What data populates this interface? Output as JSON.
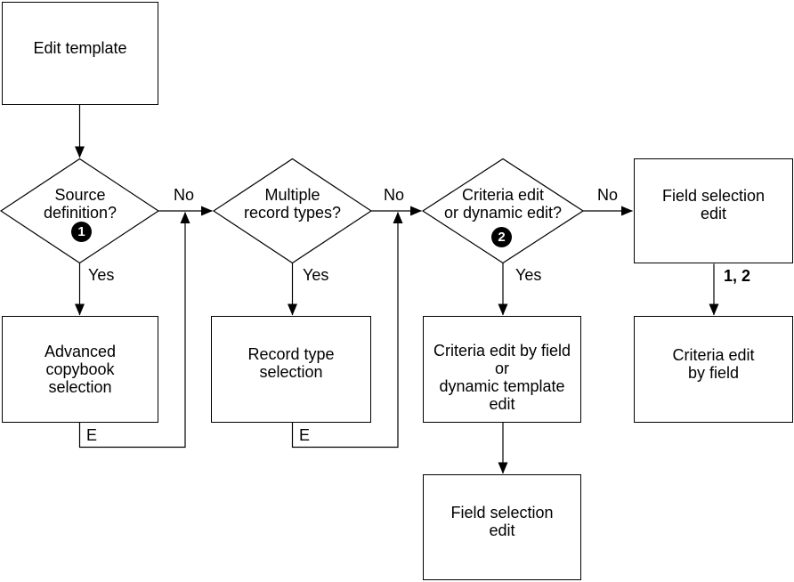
{
  "nodes": {
    "edit_template": {
      "label": "Edit template"
    },
    "source_definition": {
      "label": "Source\ndefinition?",
      "badge": "1"
    },
    "multiple_record_types": {
      "label": "Multiple\nrecord types?"
    },
    "criteria_or_dynamic_edit": {
      "label": "Criteria edit\nor dynamic edit?",
      "badge": "2"
    },
    "field_selection_edit_top": {
      "label": "Field selection\nedit"
    },
    "advanced_copybook_selection": {
      "label": "Advanced\ncopybook\nselection"
    },
    "record_type_selection": {
      "label": "Record type\nselection"
    },
    "criteria_edit_by_field_or_dynamic_template_edit": {
      "label": "Criteria edit by field\nor\ndynamic template\nedit"
    },
    "criteria_edit_by_field": {
      "label": "Criteria edit\nby field"
    },
    "field_selection_edit_bottom": {
      "label": "Field selection\nedit"
    }
  },
  "edge_labels": {
    "source_definition_no": "No",
    "source_definition_yes": "Yes",
    "multiple_record_types_no": "No",
    "multiple_record_types_yes": "Yes",
    "criteria_or_dynamic_no": "No",
    "criteria_or_dynamic_yes": "Yes",
    "advanced_copybook_exit": "E",
    "record_type_exit": "E",
    "field_selection_to_criteria": "1, 2"
  },
  "colors": {
    "line": "#000000",
    "background": "#ffffff",
    "node_fill": "#ffffff",
    "badge_background": "#000000",
    "badge_text": "#ffffff"
  }
}
